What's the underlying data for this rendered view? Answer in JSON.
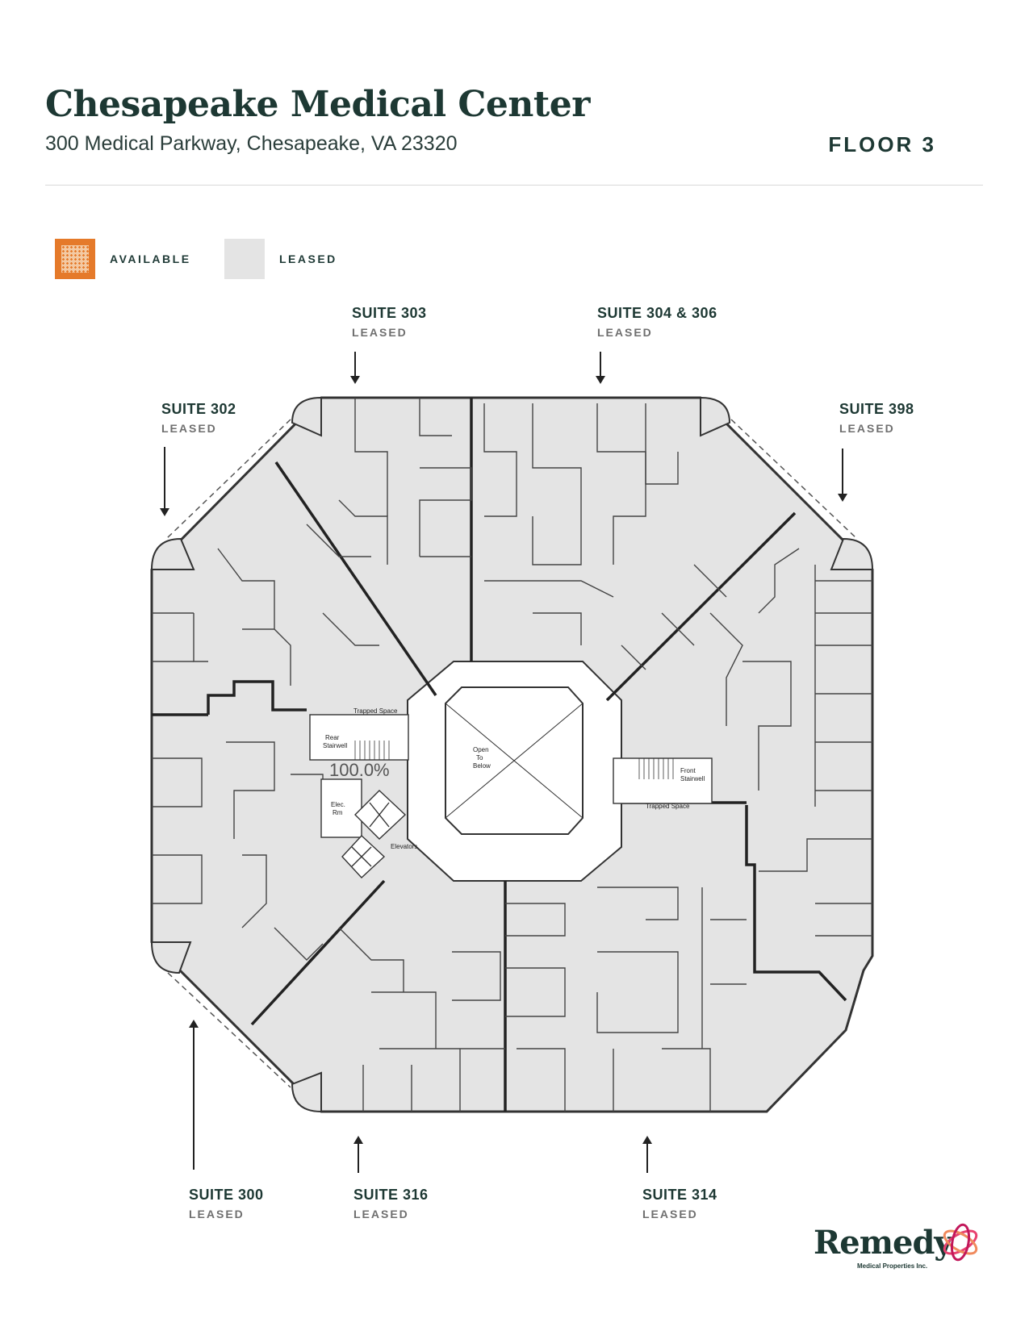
{
  "header": {
    "title": "Chesapeake Medical Center",
    "address": "300 Medical Parkway, Chesapeake, VA 23320",
    "floor": "FLOOR 3"
  },
  "legend": {
    "available": {
      "label": "AVAILABLE",
      "color": "#e57a2a"
    },
    "leased": {
      "label": "LEASED",
      "color": "#e4e4e4"
    }
  },
  "suites": [
    {
      "name": "SUITE 303",
      "status": "LEASED"
    },
    {
      "name": "SUITE 304 & 306",
      "status": "LEASED"
    },
    {
      "name": "SUITE 302",
      "status": "LEASED"
    },
    {
      "name": "SUITE 398",
      "status": "LEASED"
    },
    {
      "name": "SUITE 300",
      "status": "LEASED"
    },
    {
      "name": "SUITE 316",
      "status": "LEASED"
    },
    {
      "name": "SUITE 314",
      "status": "LEASED"
    }
  ],
  "plan_labels": {
    "trapped_space": "Trapped Space",
    "rear_stairwell": [
      "Rear",
      "Stairwell"
    ],
    "front_stairwell": [
      "Front",
      "Stairwell"
    ],
    "open_to_below": [
      "Open",
      "To",
      "Below"
    ],
    "elec_rm": [
      "Elec.",
      "Rm"
    ],
    "elevators": "Elevators",
    "stamp": "100.0%"
  },
  "brand": {
    "name": "Remedy",
    "subtitle": "Medical Properties Inc."
  },
  "colors": {
    "primary_text": "#1d3833",
    "leased_fill": "#e4e4e4",
    "available_fill": "#e57a2a",
    "wall": "#333333"
  }
}
